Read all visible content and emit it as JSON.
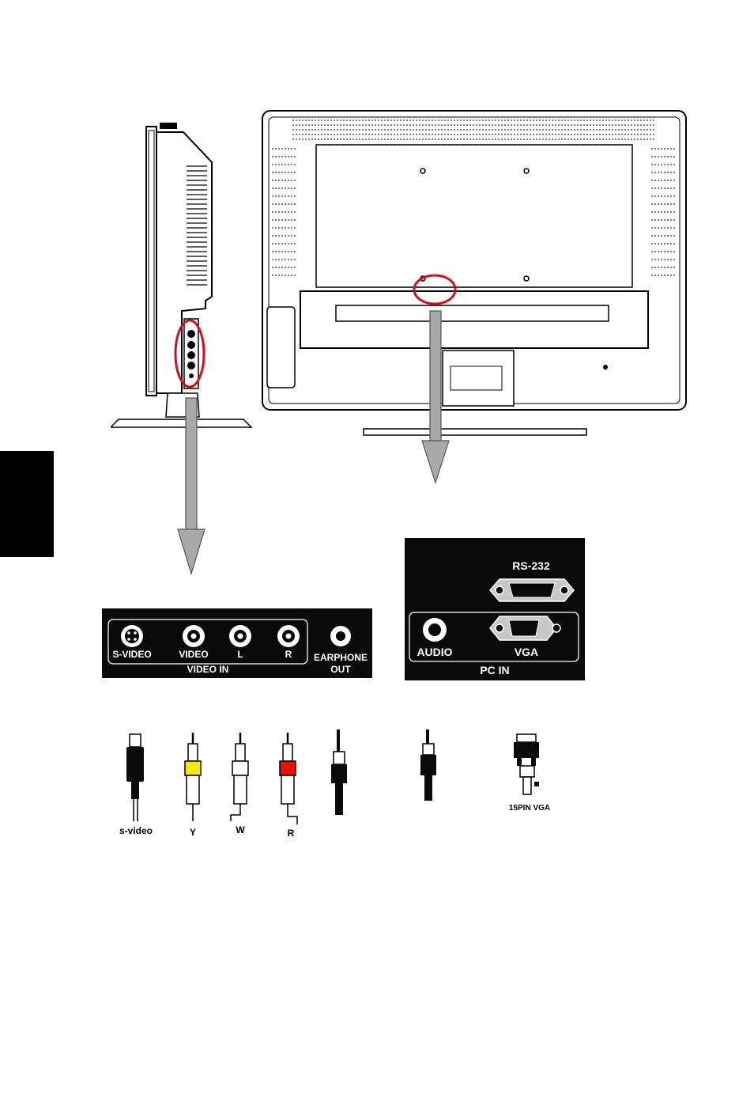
{
  "video_panel": {
    "jacks": [
      "S-VIDEO",
      "VIDEO",
      "L",
      "R"
    ],
    "group_label": "VIDEO IN",
    "earphone_line1": "EARPHONE",
    "earphone_line2": "OUT"
  },
  "pc_panel": {
    "rs232_label": "RS-232",
    "audio_label": "AUDIO",
    "vga_label": "VGA",
    "group_label": "PC  IN"
  },
  "cables": {
    "svideo": "s-video",
    "yellow": "Y",
    "white": "W",
    "red": "R",
    "vga": "15PIN VGA"
  },
  "colors": {
    "highlight_circle": "#d0101e",
    "rca_yellow": "#f5ea00",
    "rca_red": "#e3120b",
    "panel_bg": "#0a0a0a"
  }
}
